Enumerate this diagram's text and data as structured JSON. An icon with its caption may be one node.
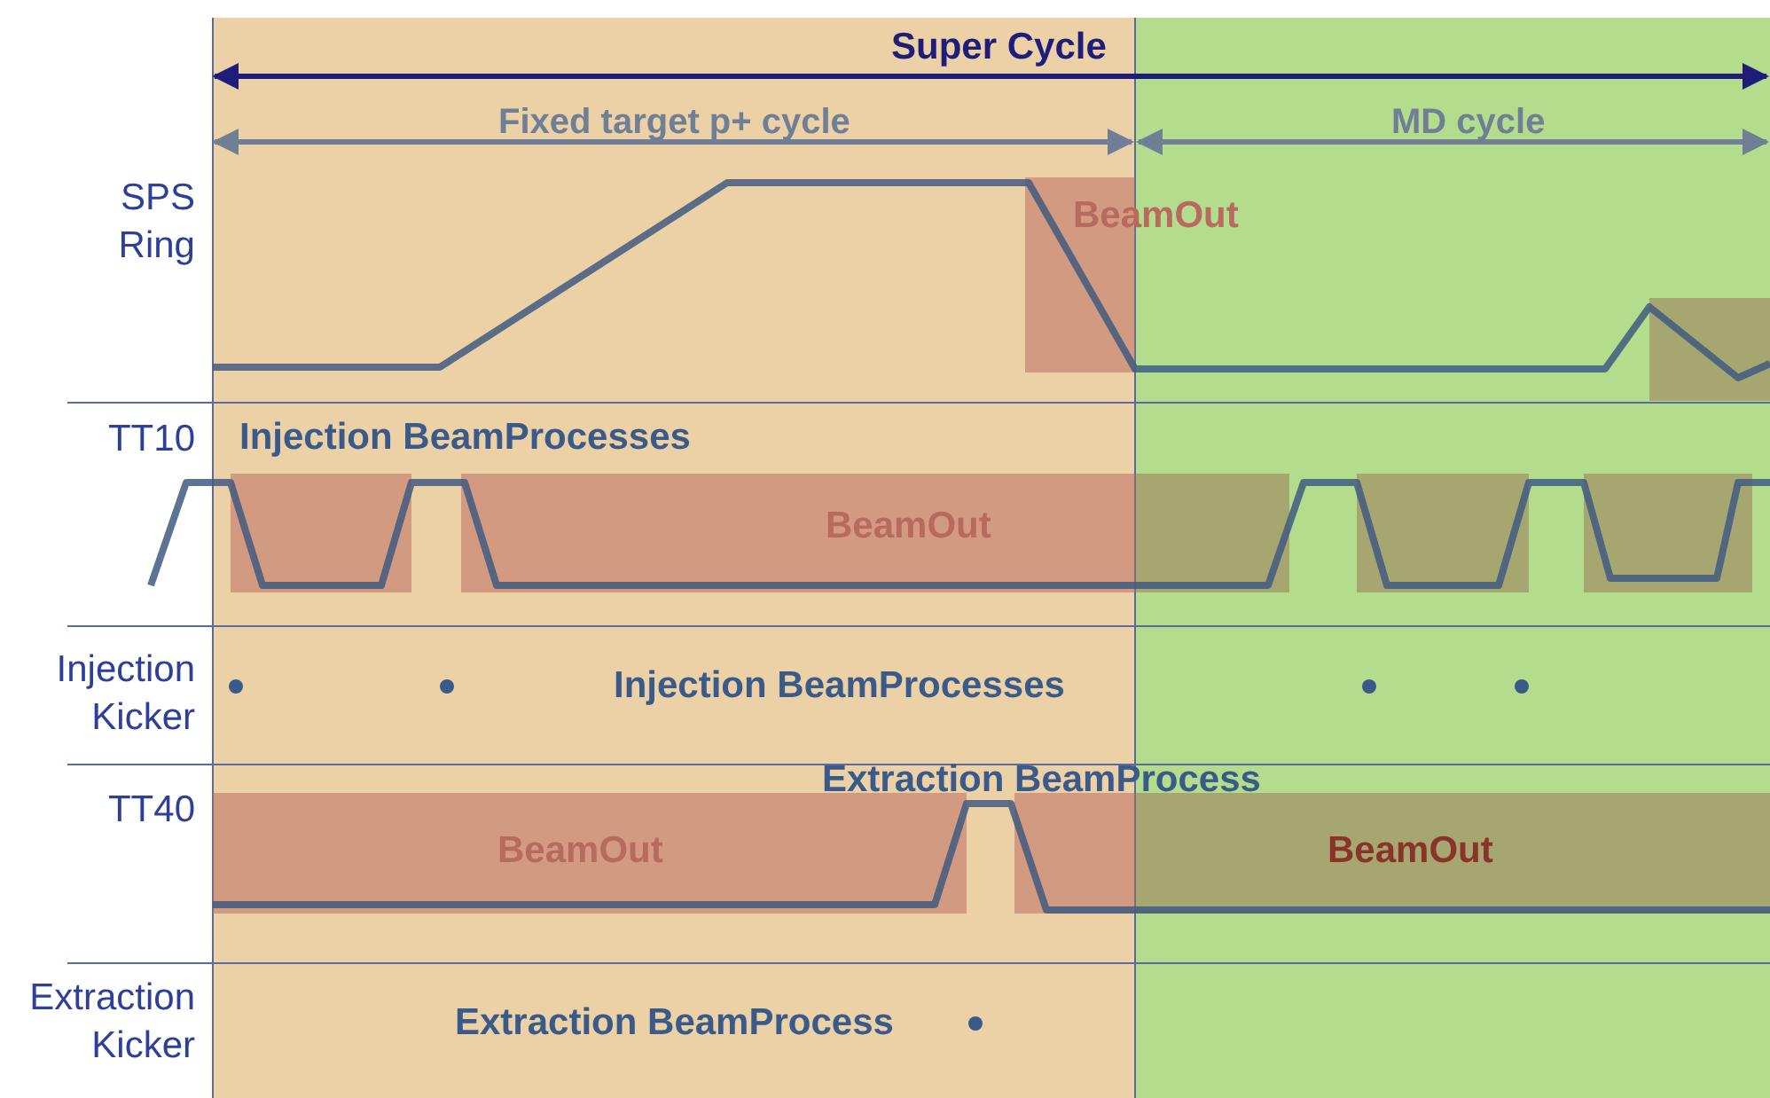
{
  "diagram": {
    "labels": [
      "Super Cycle",
      "Fixed target p+ cycle",
      "MD cycle",
      "SPS Ring",
      "BeamOut",
      "TT10",
      "Injection BeamProcesses",
      "BeamOut",
      "Injection Kicker",
      "Injection BeamProcesses",
      "TT40",
      "Extraction BeamProcess",
      "BeamOut",
      "BeamOut",
      "Extraction Kicker",
      "Extraction BeamProcess"
    ]
  }
}
